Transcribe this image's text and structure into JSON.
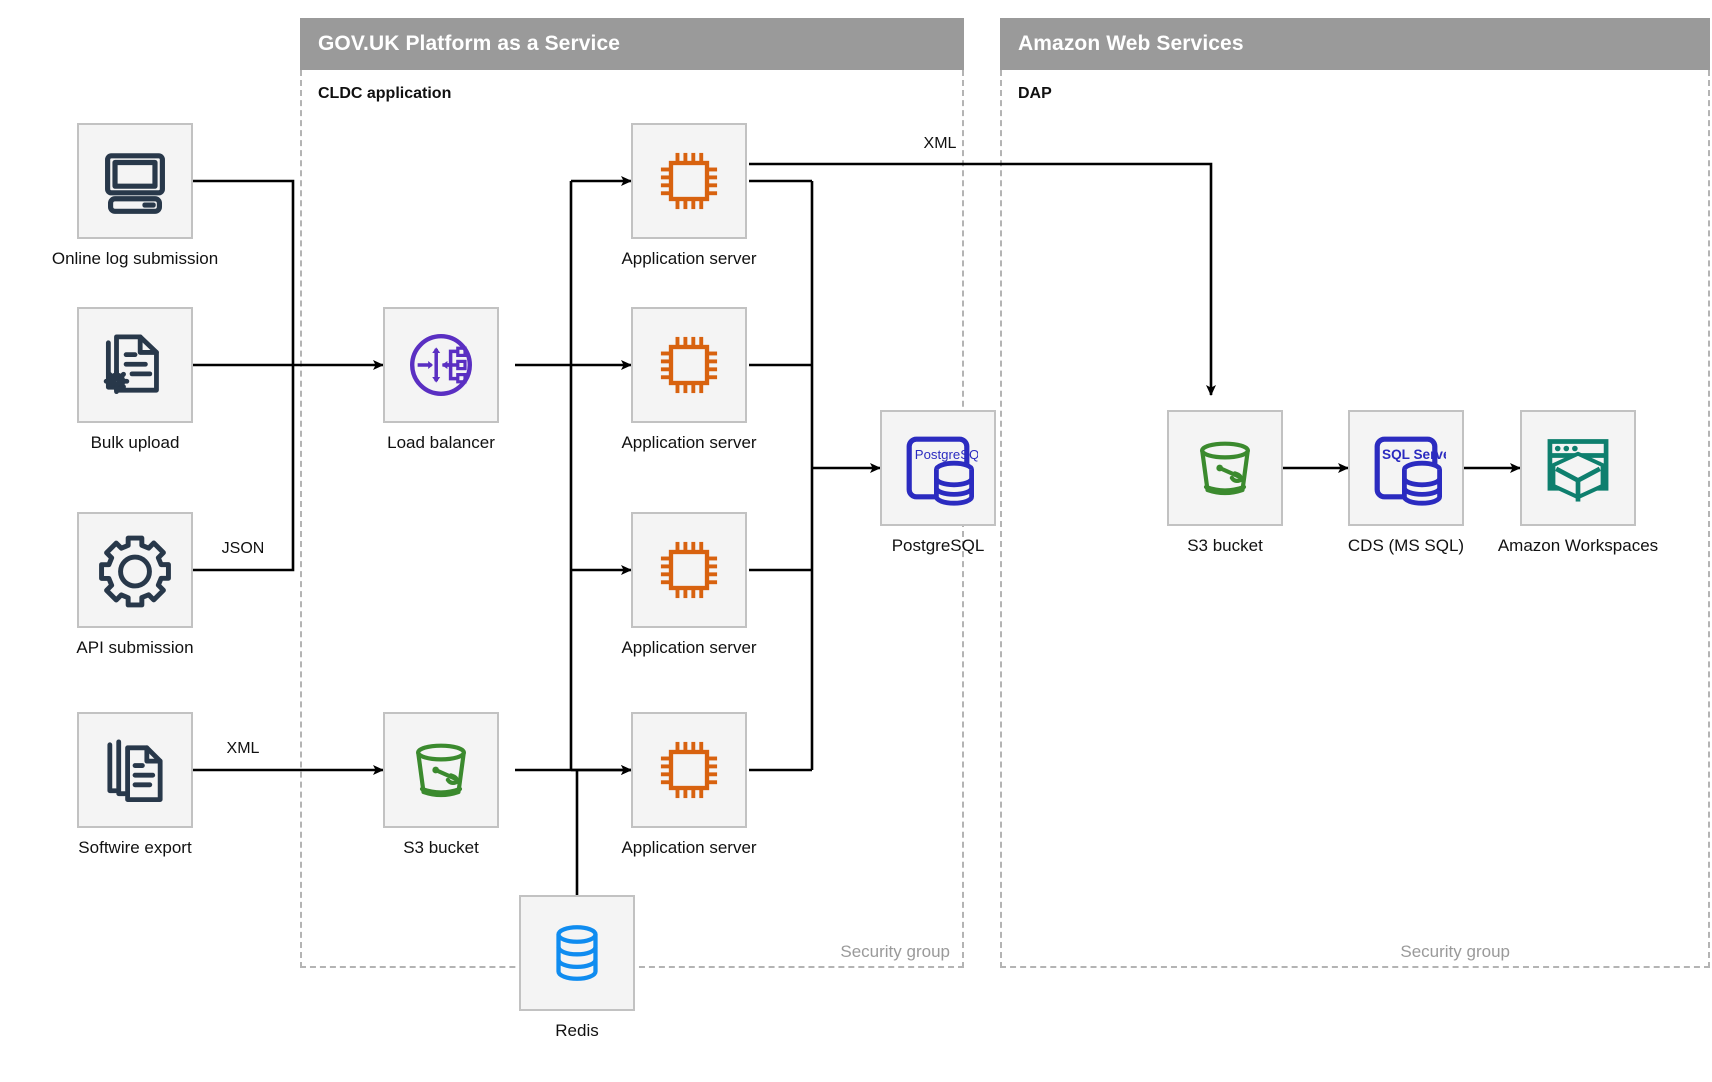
{
  "groups": [
    {
      "id": "paas",
      "title": "GOV.UK Platform as a Service",
      "subtitle": "CLDC application",
      "footer": "Security group"
    },
    {
      "id": "aws",
      "title": "Amazon Web Services",
      "subtitle": "DAP",
      "footer": "Security group"
    }
  ],
  "nodes": [
    {
      "id": "online-log-submission",
      "label": "Online log submission",
      "icon": "desktop-computer-icon"
    },
    {
      "id": "bulk-upload",
      "label": "Bulk upload",
      "icon": "document-gear-icon"
    },
    {
      "id": "api-submission",
      "label": "API submission",
      "icon": "gear-icon"
    },
    {
      "id": "softwire-export",
      "label": "Softwire export",
      "icon": "documents-stack-icon"
    },
    {
      "id": "load-balancer",
      "label": "Load balancer",
      "icon": "load-balancer-icon"
    },
    {
      "id": "s3-bucket-paas",
      "label": "S3 bucket",
      "icon": "bucket-icon"
    },
    {
      "id": "app-server-1",
      "label": "Application server",
      "icon": "cpu-chip-icon"
    },
    {
      "id": "app-server-2",
      "label": "Application server",
      "icon": "cpu-chip-icon"
    },
    {
      "id": "app-server-3",
      "label": "Application server",
      "icon": "cpu-chip-icon"
    },
    {
      "id": "app-server-4",
      "label": "Application server",
      "icon": "cpu-chip-icon"
    },
    {
      "id": "redis",
      "label": "Redis",
      "icon": "database-cylinder-icon"
    },
    {
      "id": "postgresql",
      "label": "PostgreSQL",
      "icon": "postgresql-icon",
      "icon_text": "PostgreSQL"
    },
    {
      "id": "s3-bucket-aws",
      "label": "S3 bucket",
      "icon": "bucket-icon"
    },
    {
      "id": "cds-ms-sql",
      "label": "CDS (MS SQL)",
      "icon": "sql-server-icon",
      "icon_text": "SQL Server"
    },
    {
      "id": "amazon-workspaces",
      "label": "Amazon Workspaces",
      "icon": "workspaces-cube-icon"
    }
  ],
  "edge_labels": [
    {
      "id": "json-label",
      "text": "JSON"
    },
    {
      "id": "xml-source-label",
      "text": "XML"
    },
    {
      "id": "xml-export-label",
      "text": "XML"
    }
  ],
  "colors": {
    "header_gray": "#9a9a9a",
    "icon_slate": "#28384a",
    "icon_orange": "#d8620f",
    "icon_purple": "#5a2fc2",
    "icon_blue": "#2b2bc0",
    "icon_green": "#3b8a2e",
    "icon_teal": "#0e7f6e",
    "icon_redis_blue": "#0f8cf0",
    "line_black": "#000000",
    "dash_gray": "#b4b4b4",
    "tile_fill": "#f4f4f4",
    "tile_border": "#c2c2c2"
  }
}
